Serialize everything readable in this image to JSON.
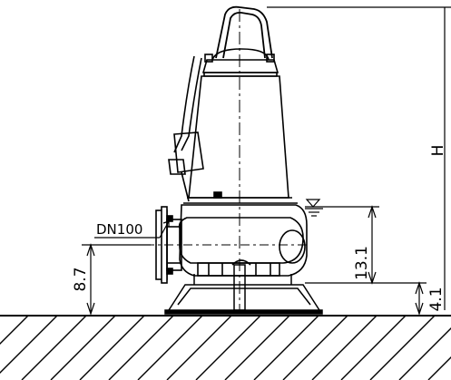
{
  "labels": {
    "h": "H",
    "dn": "DN100",
    "d87": "8.7",
    "d131": "13.1",
    "d41": "4.1"
  },
  "colors": {
    "line": "#000000",
    "background": "#ffffff"
  }
}
